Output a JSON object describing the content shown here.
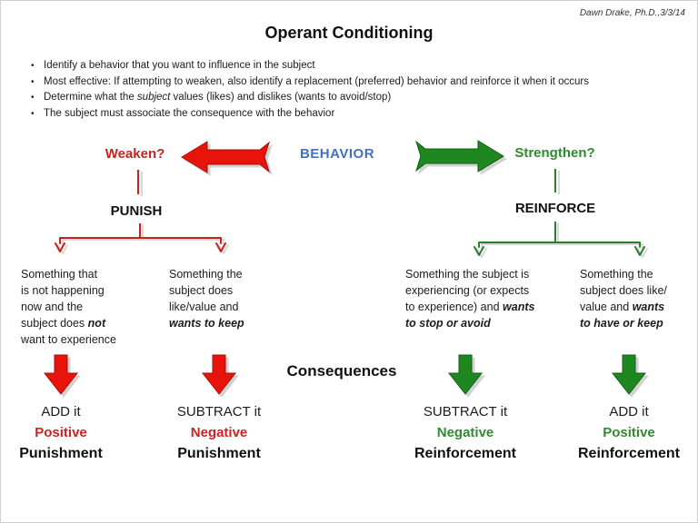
{
  "attribution": "Dawn Drake, Ph.D.,3/3/14",
  "title": "Operant Conditioning",
  "bullets": [
    {
      "segments": [
        {
          "t": "Identify a behavior that you want to influence in the subject"
        }
      ]
    },
    {
      "segments": [
        {
          "t": "Most effective: If attempting to weaken, also identify a replacement (preferred) behavior and reinforce it when it occurs"
        }
      ]
    },
    {
      "segments": [
        {
          "t": "Determine what the "
        },
        {
          "t": "subject",
          "style": "i"
        },
        {
          "t": " values (likes) and dislikes (wants to avoid/stop)"
        }
      ]
    },
    {
      "segments": [
        {
          "t": "The subject must associate the consequence with the behavior"
        }
      ]
    }
  ],
  "behavior_band": {
    "weaken_label": "Weaken?",
    "behavior_label": "BEHAVIOR",
    "strengthen_label": "Strengthen?",
    "weaken_arrow_icon": "left-block-arrow",
    "strengthen_arrow_icon": "right-block-arrow"
  },
  "punish_label": "PUNISH",
  "reinforce_label": "REINFORCE",
  "consequences_label": "Consequences",
  "columns": [
    {
      "branch": "punish",
      "description": {
        "segments": [
          {
            "t": "Something that\nis not happening\nnow and the\nsubject does "
          },
          {
            "t": "not",
            "style": "bi"
          },
          {
            "t": "\nwant to experience"
          }
        ]
      },
      "action": "ADD it",
      "valence": "Positive",
      "category": "Punishment",
      "arrow_icon": "red-down-arrow"
    },
    {
      "branch": "punish",
      "description": {
        "segments": [
          {
            "t": "Something the\nsubject does\nlike/value and\n"
          },
          {
            "t": "wants to keep",
            "style": "bi"
          }
        ]
      },
      "action": "SUBTRACT it",
      "valence": "Negative",
      "category": "Punishment",
      "arrow_icon": "red-down-arrow"
    },
    {
      "branch": "reinforce",
      "description": {
        "segments": [
          {
            "t": "Something the subject is\nexperiencing (or expects\nto experience) and "
          },
          {
            "t": "wants",
            "style": "bi"
          },
          {
            "t": "\n"
          },
          {
            "t": "to stop or avoid",
            "style": "bi"
          }
        ]
      },
      "action": "SUBTRACT it",
      "valence": "Negative",
      "category": "Reinforcement",
      "arrow_icon": "green-down-arrow"
    },
    {
      "branch": "reinforce",
      "description": {
        "segments": [
          {
            "t": "Something the\nsubject does like/\nvalue and "
          },
          {
            "t": "wants",
            "style": "bi"
          },
          {
            "t": "\n"
          },
          {
            "t": "to have or keep",
            "style": "bi"
          }
        ]
      },
      "action": "ADD it",
      "valence": "Positive",
      "category": "Reinforcement",
      "arrow_icon": "green-down-arrow"
    }
  ],
  "colors": {
    "red": "#e8140c",
    "green": "#1f871f",
    "blue": "#4470be",
    "red_text": "#c5231d",
    "green_text": "#2e8b2e",
    "line_red": "#c5231d",
    "line_green": "#2a7d2a",
    "shadow": "#d2d2d2"
  }
}
